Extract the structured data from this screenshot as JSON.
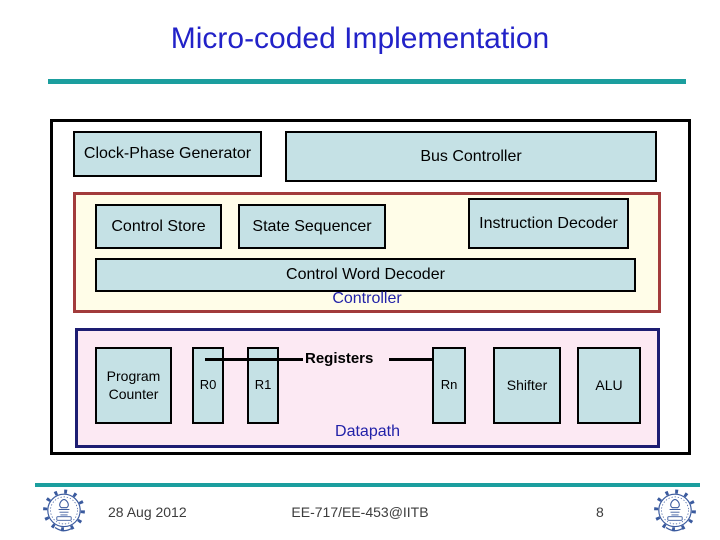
{
  "title": "Micro-coded Implementation",
  "diagram": {
    "clock_phase": "Clock-Phase Generator",
    "bus_controller": "Bus Controller",
    "controller": {
      "label": "Controller",
      "control_store": "Control Store",
      "state_sequencer": "State Sequencer",
      "instruction_decoder": "Instruction Decoder",
      "control_word_decoder": "Control Word Decoder"
    },
    "datapath": {
      "label": "Datapath",
      "registers_label": "Registers",
      "program_counter": "Program Counter",
      "r0": "R0",
      "r1": "R1",
      "rn": "Rn",
      "shifter": "Shifter",
      "alu": "ALU"
    }
  },
  "footer": {
    "date": "28 Aug 2012",
    "course": "EE-717/EE-453@IITB",
    "page": "8"
  },
  "colors": {
    "title_blue": "#2222C8",
    "accent_teal": "#1B9E9E",
    "block_fill": "#C5E1E5",
    "block_border": "#000000",
    "controller_fill": "#FFFDE8",
    "controller_border": "#A23B3B",
    "datapath_fill": "#FCE9F3",
    "datapath_border": "#1D1D72",
    "section_label_blue": "#2222A8",
    "logo_blue": "#3A5A9E"
  },
  "icons": {
    "left_logo": "iitb-seal",
    "right_logo": "iitb-seal"
  }
}
